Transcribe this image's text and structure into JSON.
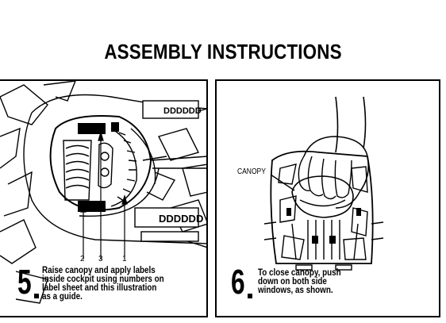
{
  "title": "ASSEMBLY INSTRUCTIONS",
  "step5": {
    "number": "5",
    "lines": [
      "Raise canopy and apply labels",
      "inside cockpit using numbers on",
      "label sheet and this illustration",
      "as a guide."
    ],
    "callouts": [
      "2",
      "3",
      "1"
    ],
    "decal_text": "DDDDDD"
  },
  "step6": {
    "number": "6",
    "lines": [
      "To close canopy, push",
      "down on both side",
      "windows, as shown."
    ],
    "canopy_label": "CANOPY"
  }
}
